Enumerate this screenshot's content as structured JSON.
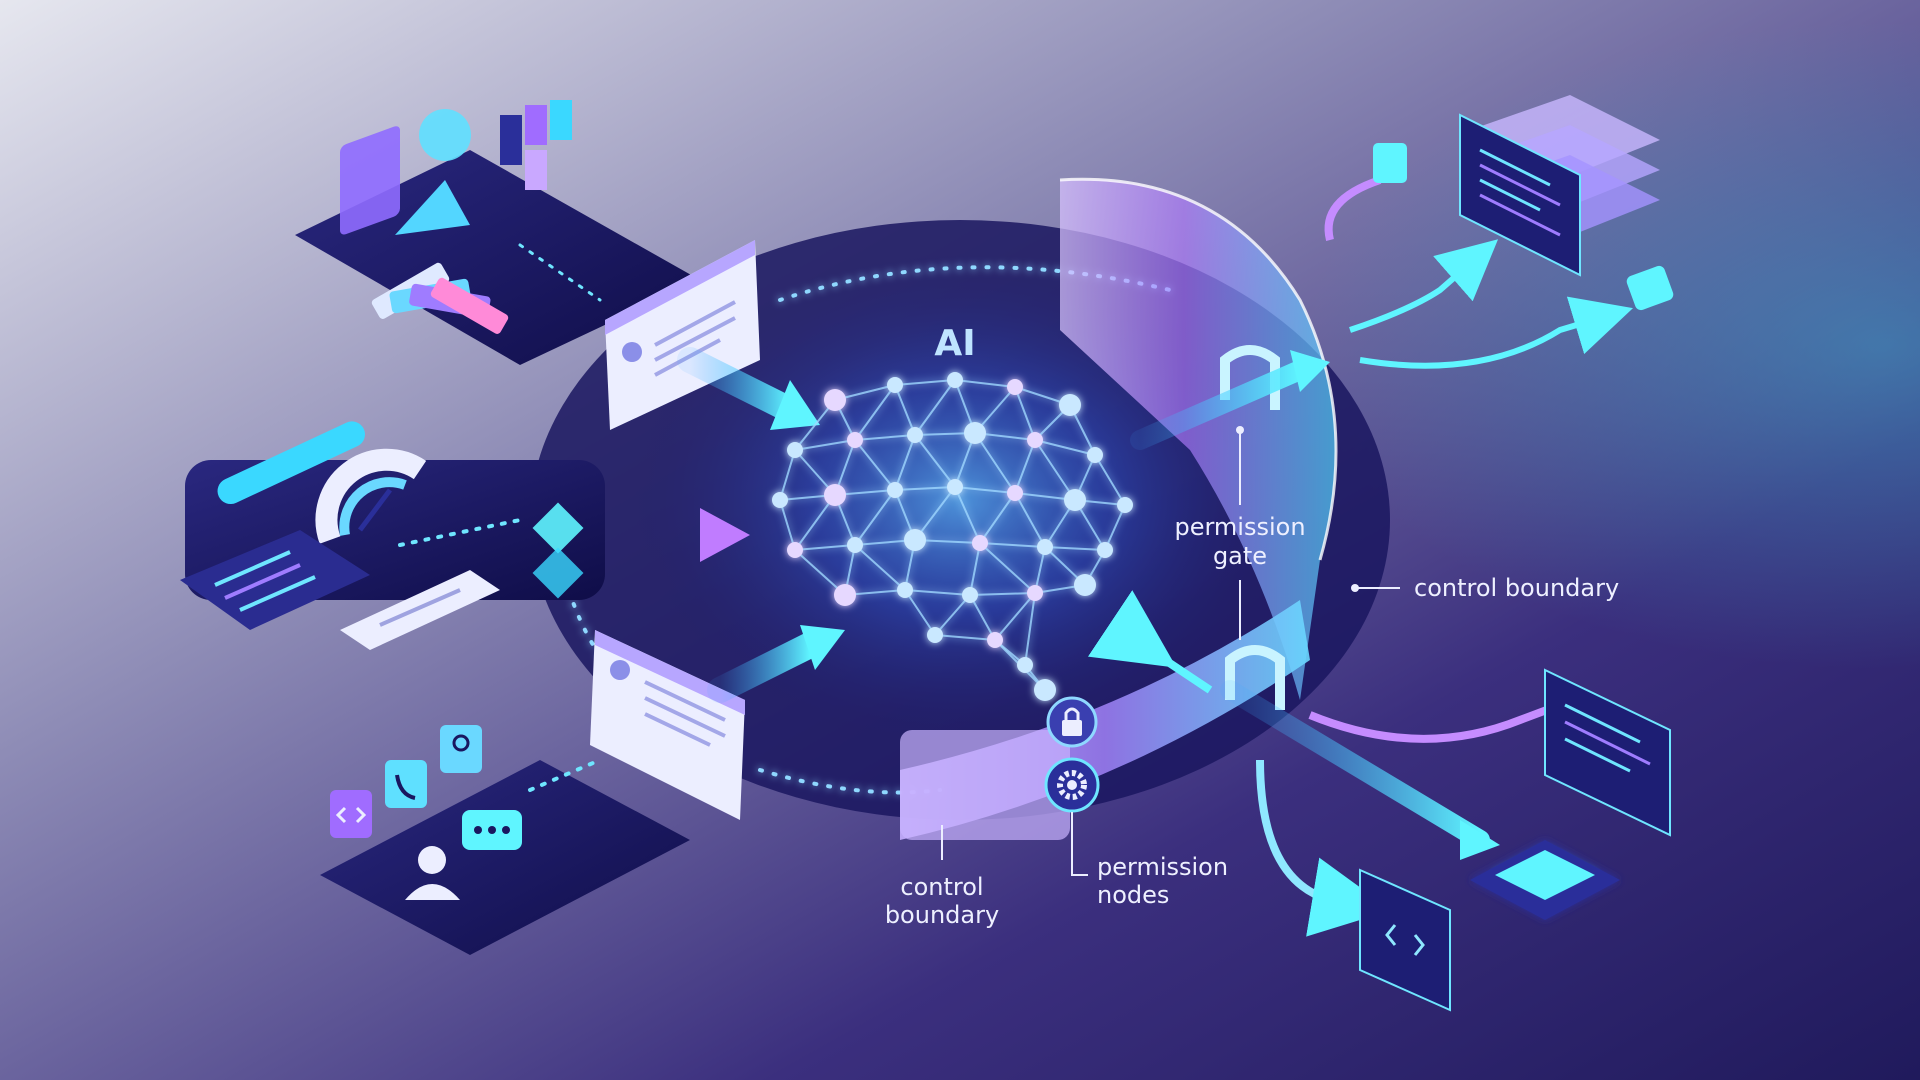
{
  "center": {
    "label": "AI"
  },
  "annotations": {
    "permission_gate": [
      "permission",
      "gate"
    ],
    "control_boundary_right": "control boundary",
    "control_boundary_bottom": [
      "control",
      "boundary"
    ],
    "permission_nodes": [
      "permission",
      "nodes"
    ]
  },
  "icons": {
    "top_left_platform": [
      "design-shapes-icon",
      "color-swatch-icon"
    ],
    "middle_left_platform": [
      "gauge-icon",
      "dashboard-icon",
      "document-card-icon"
    ],
    "bottom_left_platform": [
      "code-icon",
      "phone-icon",
      "user-icon",
      "chat-bubble-icon"
    ],
    "boundary_nodes": [
      "lock-icon",
      "gear-icon"
    ],
    "right_side": [
      "server-stack-icon",
      "code-window-icon",
      "code-panel-icon",
      "glowing-chip-icon"
    ]
  },
  "colors": {
    "background_light": "#dcdde8",
    "background_dark": "#3a2a78",
    "platform": "#1a1760",
    "cyan": "#5ff5ff",
    "violet": "#a06cff",
    "brain_glow": "#4fa8ff"
  }
}
